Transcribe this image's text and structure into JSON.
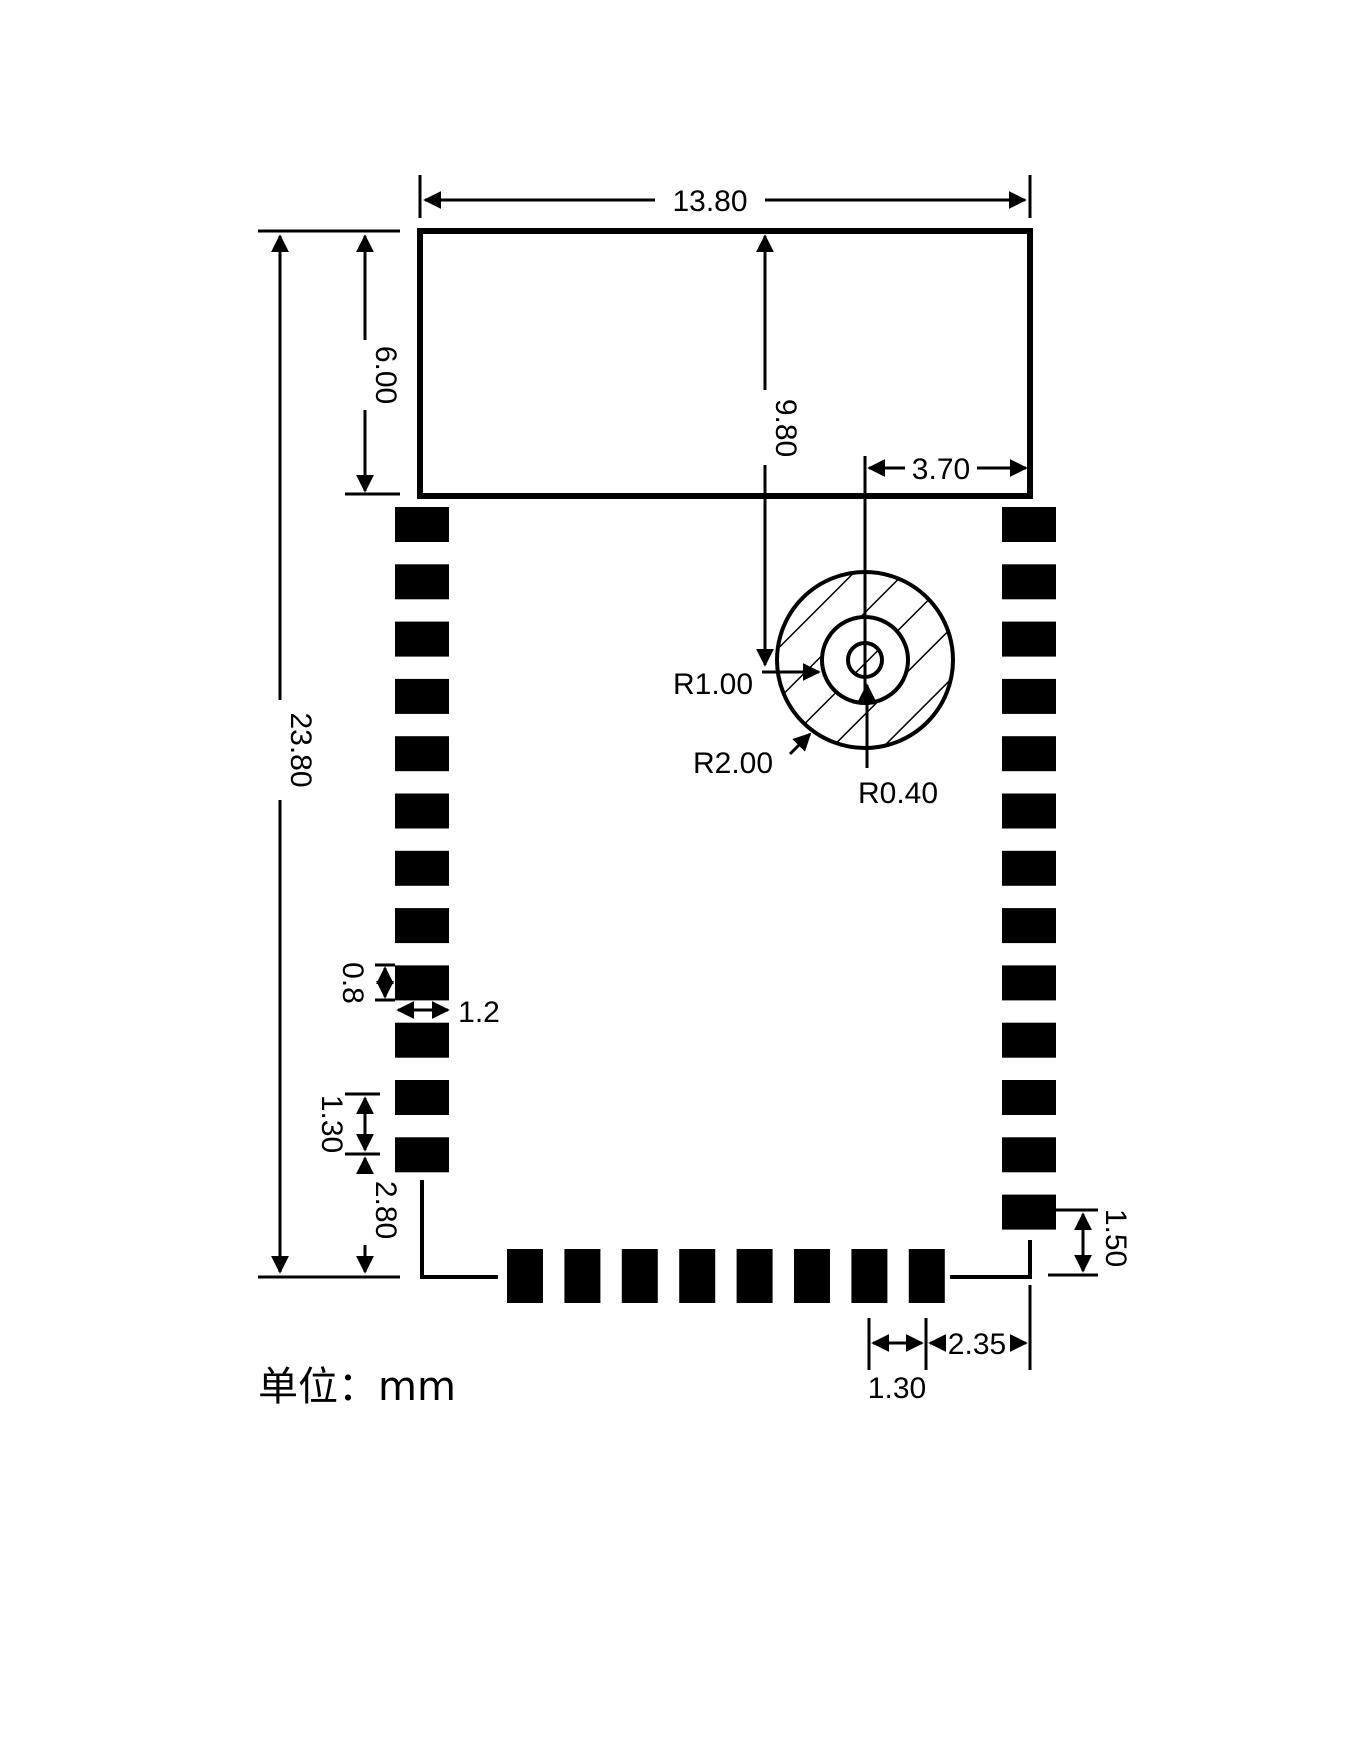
{
  "labels": {
    "width_total": "13.80",
    "height_total": "23.80",
    "antenna_height": "6.00",
    "hole_from_top": "9.80",
    "hole_from_right": "3.70",
    "r_inner": "R1.00",
    "r_outer": "R2.00",
    "r_hole": "R0.40",
    "pad_height": "0.8",
    "pad_width": "1.2",
    "pad_pitch": "1.30",
    "last_pad_to_bottom": "2.80",
    "right_pad_to_bottom": "1.50",
    "bottom_pitch": "1.30",
    "bottom_edge_offset": "2.35",
    "unit": "单位：mm"
  },
  "pads": {
    "left_count": 12,
    "right_count": 13,
    "bottom_count": 8
  },
  "colors": {
    "ink": "#000000",
    "paper": "#ffffff"
  }
}
